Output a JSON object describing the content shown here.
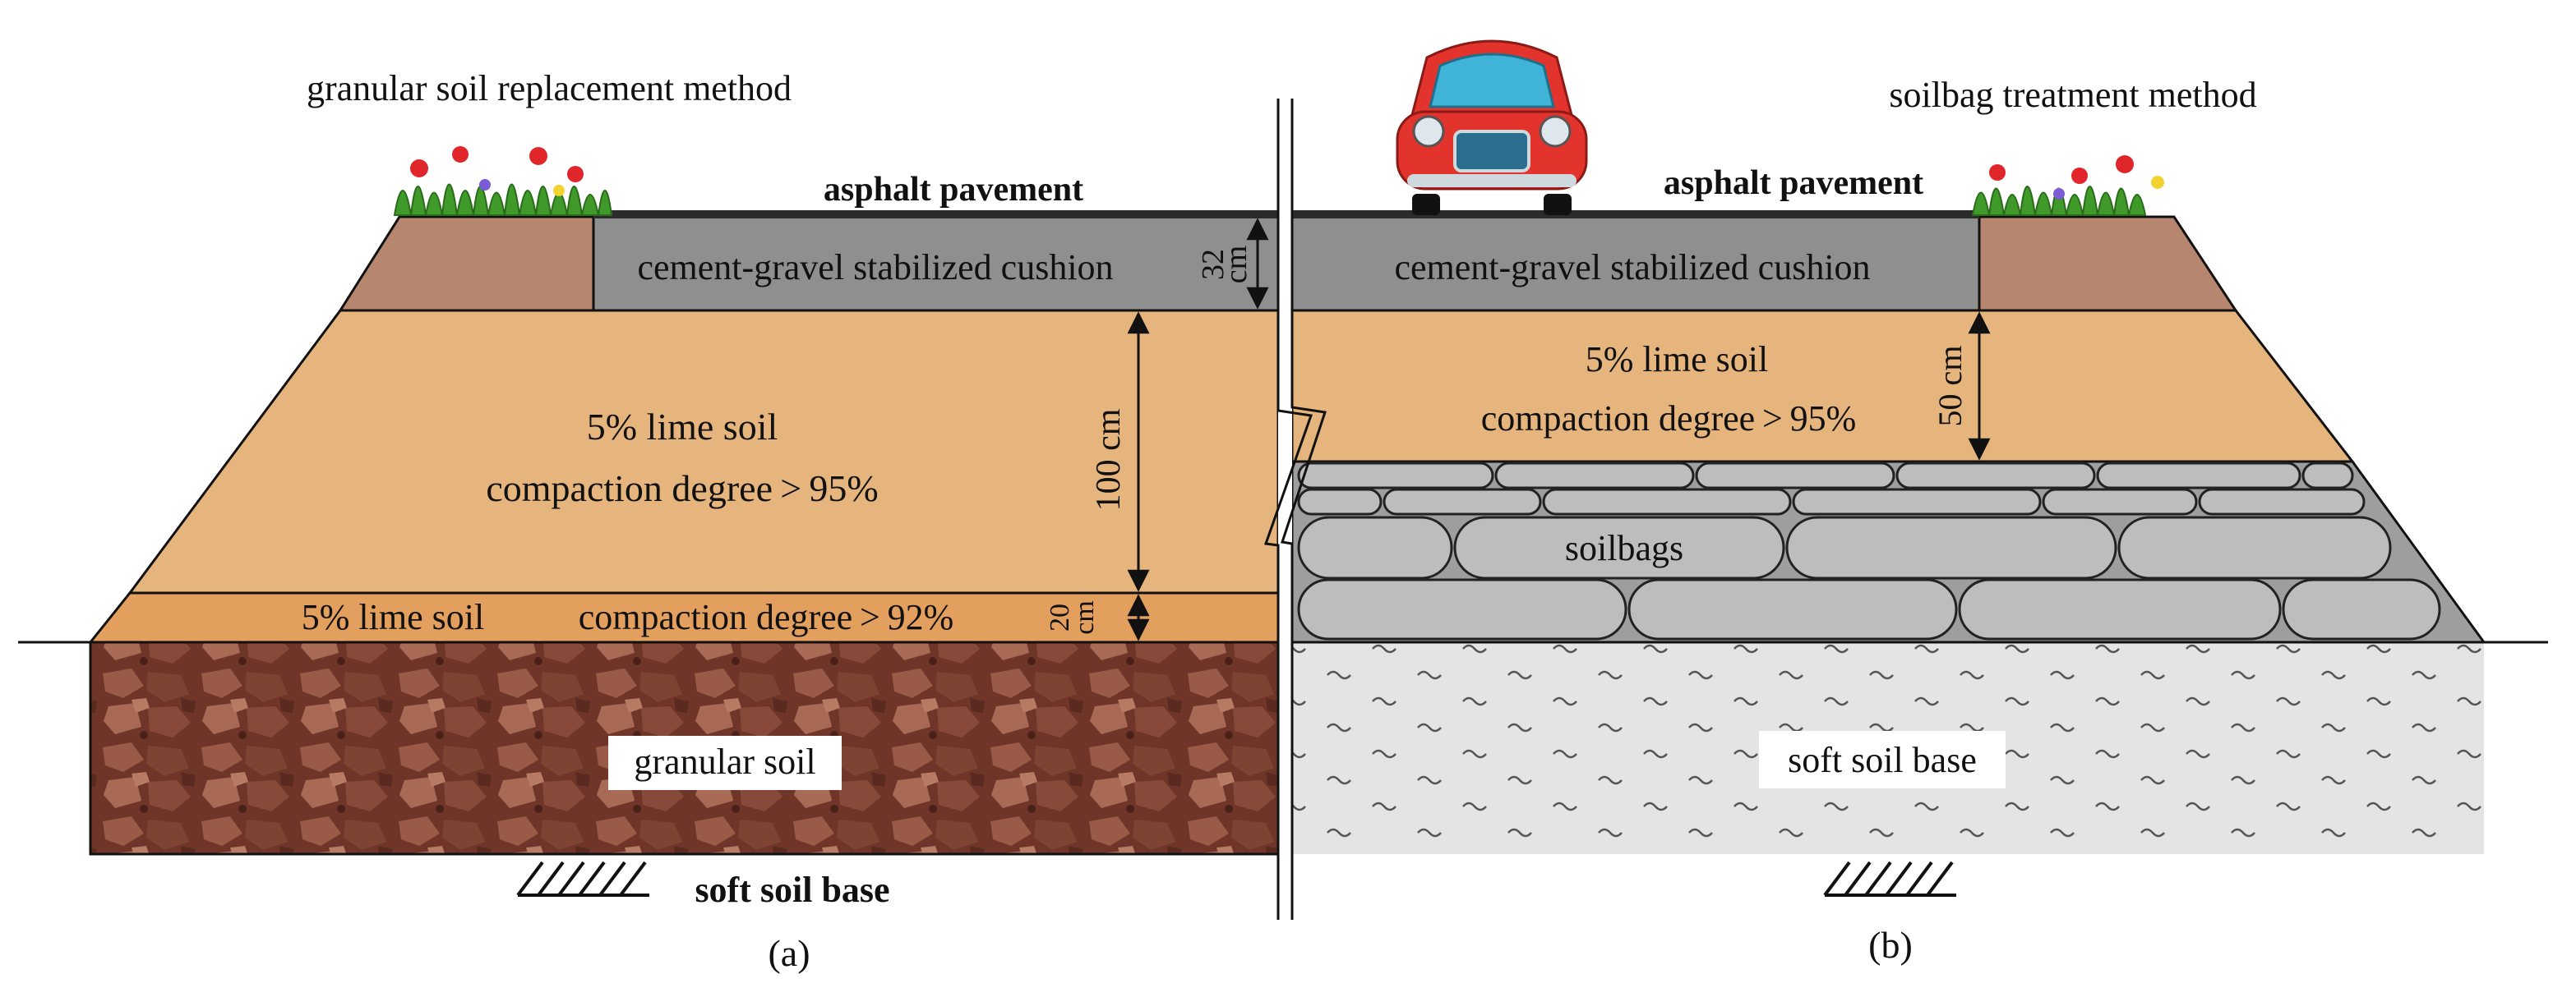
{
  "left_panel": {
    "title": "granular soil replacement method",
    "pavement": "asphalt pavement",
    "cushion": "cement-gravel stabilized cushion",
    "cushion_thickness": [
      "32",
      "cm"
    ],
    "main_fill_line1": "5% lime soil",
    "main_fill_line2": "compaction degree > 95%",
    "main_fill_thickness": "100 cm",
    "base_fill_a": "5% lime soil",
    "base_fill_b": "compaction degree > 92%",
    "base_fill_thickness": [
      "20",
      "cm"
    ],
    "foundation": "granular soil",
    "bottom": "soft soil base",
    "caption": "(a)"
  },
  "right_panel": {
    "title": "soilbag treatment method",
    "pavement": "asphalt pavement",
    "cushion": "cement-gravel stabilized cushion",
    "fill_line1": "5% lime soil",
    "fill_line2": "compaction degree > 95%",
    "fill_thickness": "50 cm",
    "bags": "soilbags",
    "foundation": "soft soil base",
    "caption": "(b)"
  },
  "colors": {
    "slope": "#b6866e",
    "cushion": "#8f8f8f",
    "lime95": "#e6b57e",
    "lime92": "#e39f5e",
    "rock": "#7a3f30",
    "soft_soil": "#e4e4e4",
    "soilbag": "#bdbdbd",
    "asphalt": "#2b2b2b"
  }
}
